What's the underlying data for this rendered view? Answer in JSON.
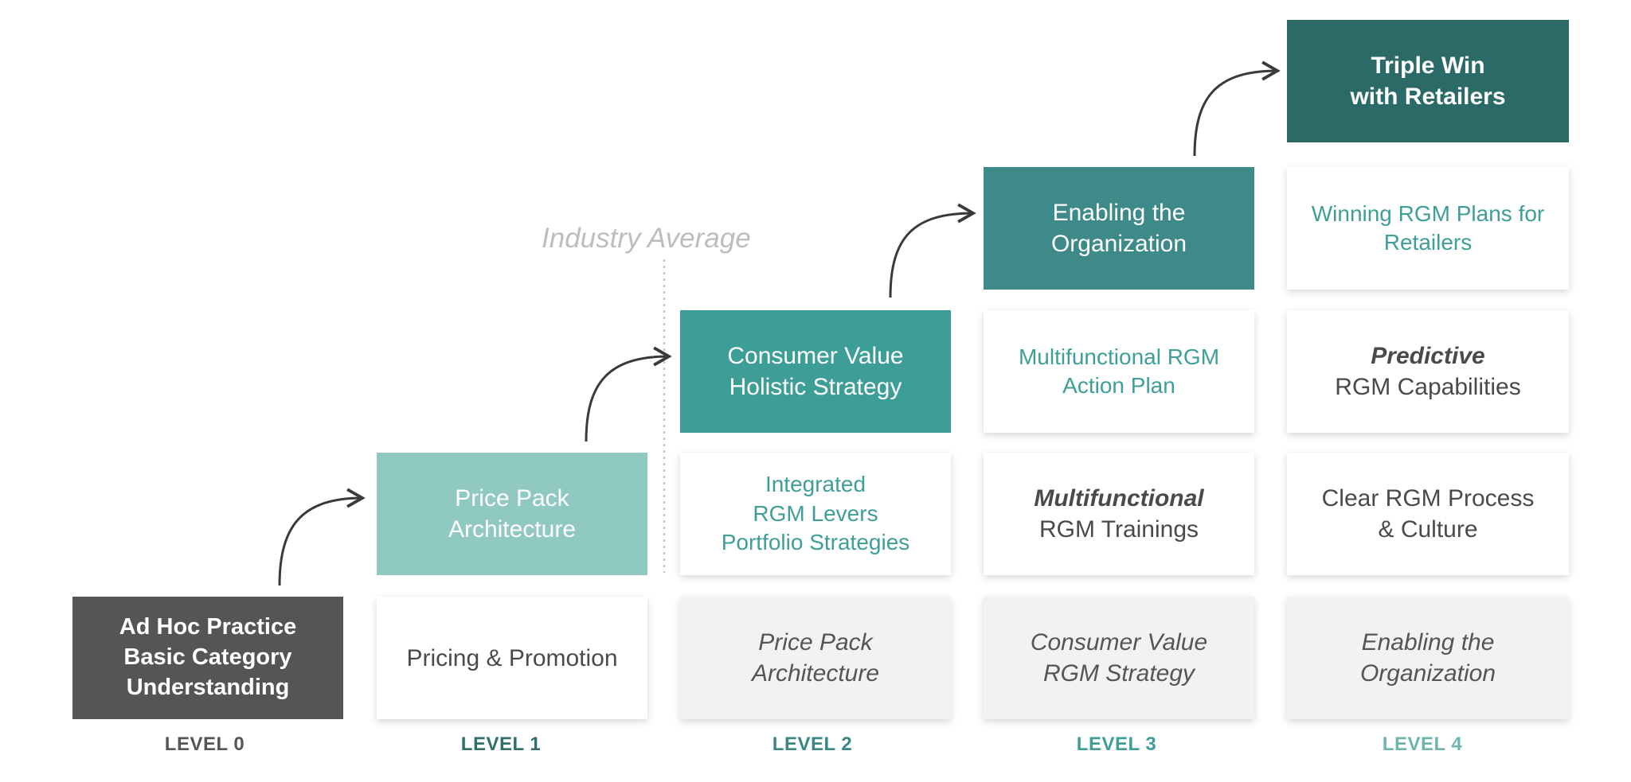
{
  "industry_average": "Industry Average",
  "colors": {
    "level0": "#555555",
    "level1": "#8fc9c2",
    "level2": "#3d9e98",
    "level3": "#3e8a88",
    "level4": "#2c6a67",
    "teal_text": "#3f9e98"
  },
  "levels": [
    {
      "label": "LEVEL 0",
      "head": {
        "lines": [
          "Ad Hoc Practice",
          "Basic Category",
          "Understanding"
        ]
      }
    },
    {
      "label": "LEVEL 1",
      "head": {
        "lines": [
          "Price Pack",
          "Architecture"
        ]
      },
      "cards": [
        {
          "lines": [
            "Pricing & Promotion"
          ]
        }
      ]
    },
    {
      "label": "LEVEL 2",
      "head": {
        "lines": [
          "Consumer Value",
          "Holistic Strategy"
        ]
      },
      "cards": [
        {
          "lines": [
            "Integrated",
            "RGM Levers",
            "Portfolio Strategies"
          ]
        },
        {
          "lines": [
            "Price Pack",
            "Architecture"
          ]
        }
      ]
    },
    {
      "label": "LEVEL 3",
      "head": {
        "lines": [
          "Enabling the",
          "Organization"
        ]
      },
      "cards": [
        {
          "lines": [
            "Multifunctional RGM",
            "Action Plan"
          ]
        },
        {
          "emphasis": "Multifunctional",
          "rest": "RGM Trainings"
        },
        {
          "lines": [
            "Consumer Value",
            "RGM Strategy"
          ]
        }
      ]
    },
    {
      "label": "LEVEL 4",
      "head": {
        "lines": [
          "Triple Win",
          "with Retailers"
        ]
      },
      "cards": [
        {
          "lines": [
            "Winning RGM Plans for",
            "Retailers"
          ]
        },
        {
          "emphasis": "Predictive",
          "rest": "RGM Capabilities"
        },
        {
          "lines": [
            "Clear RGM Process",
            "& Culture"
          ]
        },
        {
          "lines": [
            "Enabling the",
            "Organization"
          ]
        }
      ]
    }
  ]
}
